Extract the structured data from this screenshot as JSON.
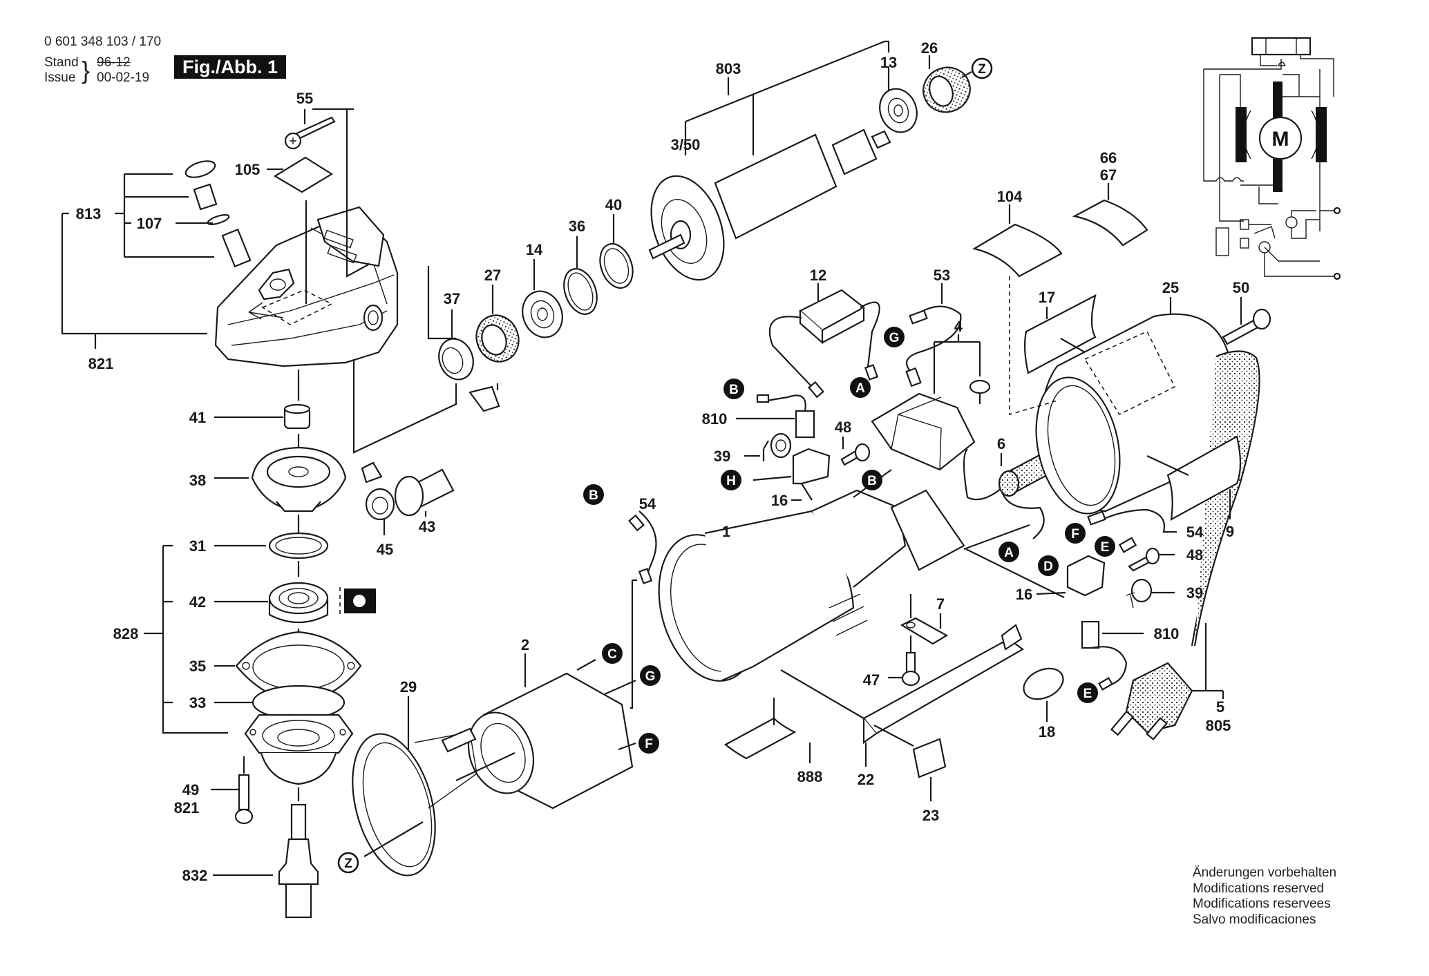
{
  "header": {
    "part_number": "0 601 348 103 / 170",
    "stand_label": "Stand",
    "issue_label": "Issue",
    "stand_value_struck": "96-12",
    "issue_value": "00-02-19",
    "figure_label": "Fig./Abb. 1"
  },
  "notes": [
    "Änderungen vorbehalten",
    "Modifications reserved",
    "Modifications reservees",
    "Salvo modificaciones"
  ],
  "wiring_diagram": {
    "motor_symbol": "M"
  },
  "part_labels": [
    {
      "id": "p55",
      "text": "55"
    },
    {
      "id": "p105",
      "text": "105"
    },
    {
      "id": "p813",
      "text": "813"
    },
    {
      "id": "p107",
      "text": "107"
    },
    {
      "id": "p821a",
      "text": "821"
    },
    {
      "id": "p803",
      "text": "803"
    },
    {
      "id": "p13",
      "text": "13"
    },
    {
      "id": "p26",
      "text": "26"
    },
    {
      "id": "p3_50",
      "text": "3/50"
    },
    {
      "id": "p37",
      "text": "37"
    },
    {
      "id": "p27",
      "text": "27"
    },
    {
      "id": "p14",
      "text": "14"
    },
    {
      "id": "p36",
      "text": "36"
    },
    {
      "id": "p40",
      "text": "40"
    },
    {
      "id": "p104",
      "text": "104"
    },
    {
      "id": "p66",
      "text": "66"
    },
    {
      "id": "p67",
      "text": "67"
    },
    {
      "id": "p12",
      "text": "12"
    },
    {
      "id": "p53",
      "text": "53"
    },
    {
      "id": "p17",
      "text": "17"
    },
    {
      "id": "p25",
      "text": "25"
    },
    {
      "id": "p50",
      "text": "50"
    },
    {
      "id": "p4",
      "text": "4"
    },
    {
      "id": "p810a",
      "text": "810"
    },
    {
      "id": "p48a",
      "text": "48"
    },
    {
      "id": "p39a",
      "text": "39"
    },
    {
      "id": "p16a",
      "text": "16"
    },
    {
      "id": "p6",
      "text": "6"
    },
    {
      "id": "p41",
      "text": "41"
    },
    {
      "id": "p38",
      "text": "38"
    },
    {
      "id": "p45",
      "text": "45"
    },
    {
      "id": "p43",
      "text": "43"
    },
    {
      "id": "p54a",
      "text": "54"
    },
    {
      "id": "p1",
      "text": "1"
    },
    {
      "id": "p31",
      "text": "31"
    },
    {
      "id": "p42",
      "text": "42"
    },
    {
      "id": "p828",
      "text": "828"
    },
    {
      "id": "p35",
      "text": "35"
    },
    {
      "id": "p33",
      "text": "33"
    },
    {
      "id": "p2",
      "text": "2"
    },
    {
      "id": "p29",
      "text": "29"
    },
    {
      "id": "p49",
      "text": "49"
    },
    {
      "id": "p821b",
      "text": "821"
    },
    {
      "id": "p832",
      "text": "832"
    },
    {
      "id": "p7",
      "text": "7"
    },
    {
      "id": "p47",
      "text": "47"
    },
    {
      "id": "p888",
      "text": "888"
    },
    {
      "id": "p22",
      "text": "22"
    },
    {
      "id": "p23",
      "text": "23"
    },
    {
      "id": "p54b",
      "text": "54"
    },
    {
      "id": "p48b",
      "text": "48"
    },
    {
      "id": "p16b",
      "text": "16"
    },
    {
      "id": "p39b",
      "text": "39"
    },
    {
      "id": "p810b",
      "text": "810"
    },
    {
      "id": "p9",
      "text": "9"
    },
    {
      "id": "p18",
      "text": "18"
    },
    {
      "id": "p5",
      "text": "5"
    },
    {
      "id": "p805",
      "text": "805"
    }
  ],
  "connection_markers": [
    {
      "id": "rA1",
      "letter": "A"
    },
    {
      "id": "rB1",
      "letter": "B"
    },
    {
      "id": "rG1",
      "letter": "G"
    },
    {
      "id": "rB2",
      "letter": "B"
    },
    {
      "id": "rH",
      "letter": "H"
    },
    {
      "id": "rB3",
      "letter": "B"
    },
    {
      "id": "rC",
      "letter": "C"
    },
    {
      "id": "rG2",
      "letter": "G"
    },
    {
      "id": "rF1",
      "letter": "F"
    },
    {
      "id": "rA2",
      "letter": "A"
    },
    {
      "id": "rF2",
      "letter": "F"
    },
    {
      "id": "rE1",
      "letter": "E"
    },
    {
      "id": "rD",
      "letter": "D"
    },
    {
      "id": "rE2",
      "letter": "E"
    }
  ],
  "z_markers": [
    {
      "id": "z1",
      "letter": "Z"
    },
    {
      "id": "z2",
      "letter": "Z"
    }
  ]
}
